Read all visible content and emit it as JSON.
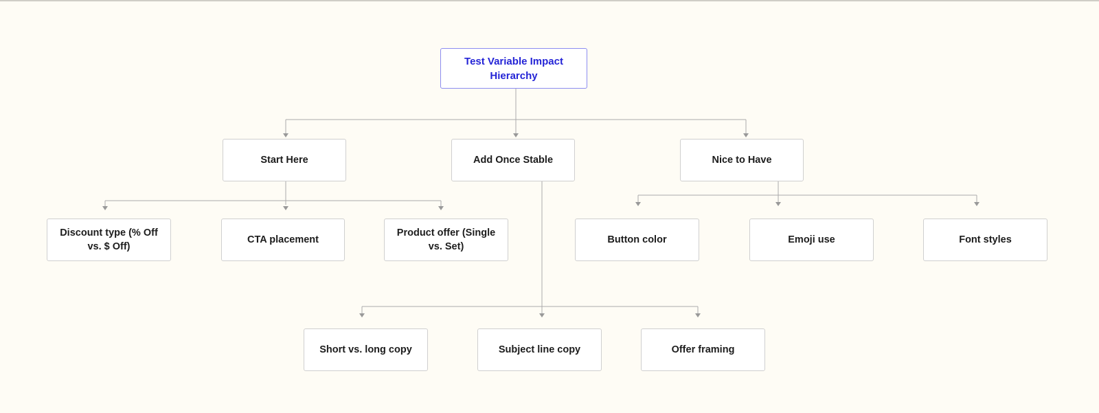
{
  "diagram": {
    "root": {
      "label": "Test Variable Impact Hierarchy"
    },
    "categories": [
      {
        "label": "Start Here"
      },
      {
        "label": "Add Once Stable"
      },
      {
        "label": "Nice to Have"
      }
    ],
    "start_here_items": [
      {
        "label": "Discount type (% Off vs. $ Off)"
      },
      {
        "label": "CTA placement"
      },
      {
        "label": "Product offer (Single vs. Set)"
      }
    ],
    "nice_to_have_items": [
      {
        "label": "Button color"
      },
      {
        "label": "Emoji use"
      },
      {
        "label": "Font styles"
      }
    ],
    "add_once_stable_items": [
      {
        "label": "Short vs. long copy"
      },
      {
        "label": "Subject line copy"
      },
      {
        "label": "Offer framing"
      }
    ],
    "colors": {
      "background": "#fefcf5",
      "root_text": "#2424d6",
      "root_border": "#8c8cf0",
      "node_border": "#cfcfcf",
      "connector": "#aaaaaa"
    }
  }
}
